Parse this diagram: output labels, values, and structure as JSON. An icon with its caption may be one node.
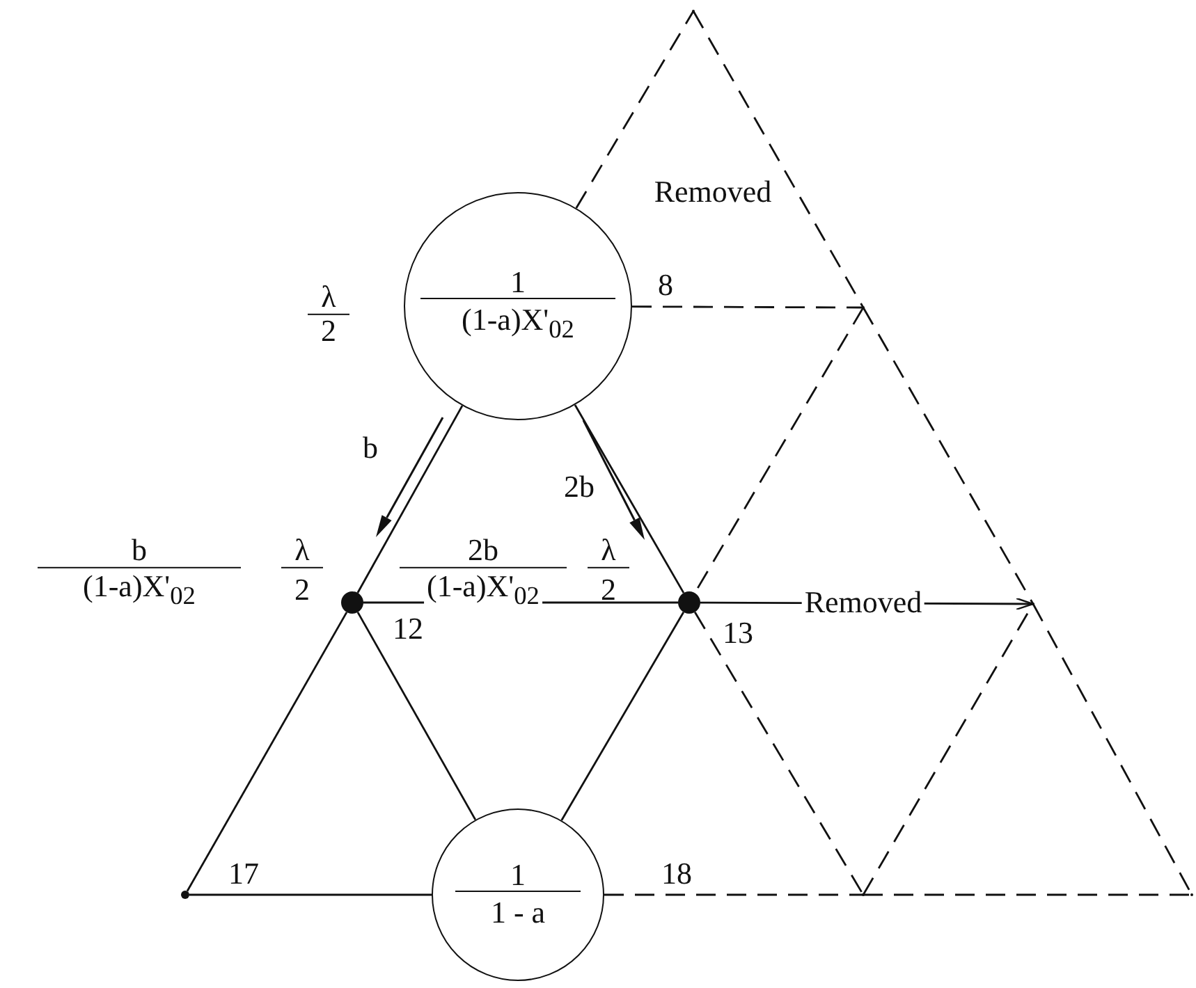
{
  "diagram": {
    "nodes": [
      {
        "text": [
          "1",
          "(1-a)X'$_{02}$"
        ]
      },
      {
        "text": [],
        "shape": "circle",
        "beside": [
          "12"
        ]
      },
      {
        "text": [],
        "shape": "circle",
        "beside": [
          "13"
        ]
      },
      {
        "text": [],
        "shape": "circle",
        "beside": [
          "17"
        ]
      },
      {
        "text": [
          "1",
          "1 - a"
        ]
      },
      {
        "text": [],
        "shape": "point"
      },
      {
        "text": [],
        "shape": "point"
      },
      {
        "text": [],
        "shape": "point"
      },
      {
        "text": [],
        "shape": "point"
      },
      {
        "text": [],
        "shape": "point"
      }
    ],
    "edges": [
      {
        "from": 3,
        "to": 1,
        "arrow": "none"
      },
      {
        "from": 1,
        "to": 0,
        "arrow": "none"
      },
      {
        "from": 0,
        "to": 2,
        "arrow": "none"
      },
      {
        "from": 2,
        "to": 4,
        "arrow": "none"
      },
      {
        "from": 1,
        "to": 4,
        "arrow": "none"
      },
      {
        "from": 1,
        "to": 2,
        "arrow": "none"
      },
      {
        "from": 3,
        "to": 4,
        "arrow": "none"
      },
      {
        "from": 0,
        "to": 5,
        "arrow": "none",
        "style": "dashed"
      },
      {
        "from": 5,
        "to": 6,
        "arrow": "none",
        "style": "dashed"
      },
      {
        "from": 0,
        "to": 6,
        "arrow": "none",
        "style": "dashed",
        "label": "8"
      },
      {
        "from": 6,
        "to": 2,
        "arrow": "none",
        "style": "dashed"
      },
      {
        "from": 6,
        "to": 7,
        "arrow": "none",
        "style": "dashed"
      },
      {
        "from": 2,
        "to": 7,
        "arrow": "to",
        "label": "Removed"
      },
      {
        "from": 2,
        "to": 8,
        "arrow": "none",
        "style": "dashed"
      },
      {
        "from": 8,
        "to": 7,
        "arrow": "none",
        "style": "dashed"
      },
      {
        "from": 7,
        "to": 9,
        "arrow": "none",
        "style": "dashed"
      },
      {
        "from": 4,
        "to": 8,
        "arrow": "none",
        "style": "dashed",
        "label": "18"
      },
      {
        "from": 8,
        "to": 9,
        "arrow": "none",
        "style": "dashed"
      }
    ],
    "labels": [
      "Removed",
      "λ",
      "2",
      "b",
      "2b",
      "b",
      "(1-a)X'$_{02}$",
      "λ",
      "2",
      "2b",
      "(1-a)X'$_{02}$",
      "λ",
      "2"
    ]
  }
}
